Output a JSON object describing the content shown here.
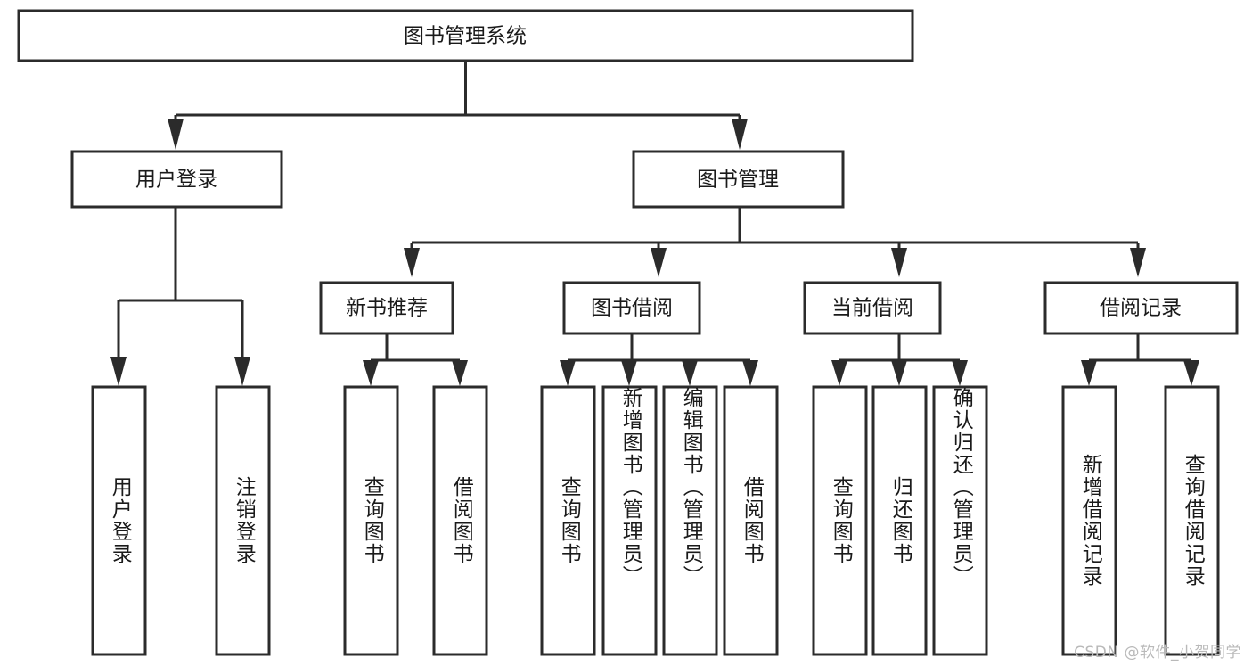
{
  "diagram": {
    "type": "tree",
    "title": "图书管理系统",
    "root": {
      "id": "root",
      "label": "图书管理系统",
      "orientation": "horizontal"
    },
    "level2": [
      {
        "id": "user-login",
        "label": "用户登录",
        "orientation": "horizontal"
      },
      {
        "id": "book-manage",
        "label": "图书管理",
        "orientation": "horizontal"
      }
    ],
    "level3": [
      {
        "id": "new-book-recommend",
        "label": "新书推荐",
        "parent": "book-manage",
        "orientation": "horizontal"
      },
      {
        "id": "book-borrow",
        "label": "图书借阅",
        "parent": "book-manage",
        "orientation": "horizontal"
      },
      {
        "id": "current-borrow",
        "label": "当前借阅",
        "parent": "book-manage",
        "orientation": "horizontal"
      },
      {
        "id": "borrow-record",
        "label": "借阅记录",
        "parent": "book-manage",
        "orientation": "horizontal"
      }
    ],
    "leaves": [
      {
        "id": "leaf-user-login",
        "label": "用户登录",
        "parent": "user-login",
        "orientation": "vertical"
      },
      {
        "id": "leaf-user-logout",
        "label": "注销登录",
        "parent": "user-login",
        "orientation": "vertical"
      },
      {
        "id": "leaf-query-book-1",
        "label": "查询图书",
        "parent": "new-book-recommend",
        "orientation": "vertical"
      },
      {
        "id": "leaf-borrow-book-1",
        "label": "借阅图书",
        "parent": "new-book-recommend",
        "orientation": "vertical"
      },
      {
        "id": "leaf-query-book-2",
        "label": "查询图书",
        "parent": "book-borrow",
        "orientation": "vertical"
      },
      {
        "id": "leaf-add-book",
        "label": "新增图书（管理员）",
        "parent": "book-borrow",
        "orientation": "vertical"
      },
      {
        "id": "leaf-edit-book",
        "label": "编辑图书（管理员）",
        "parent": "book-borrow",
        "orientation": "vertical"
      },
      {
        "id": "leaf-borrow-book-2",
        "label": "借阅图书",
        "parent": "book-borrow",
        "orientation": "vertical"
      },
      {
        "id": "leaf-query-book-3",
        "label": "查询图书",
        "parent": "current-borrow",
        "orientation": "vertical"
      },
      {
        "id": "leaf-return-book",
        "label": "归还图书",
        "parent": "current-borrow",
        "orientation": "vertical"
      },
      {
        "id": "leaf-confirm-return",
        "label": "确认归还（管理员）",
        "parent": "current-borrow",
        "orientation": "vertical"
      },
      {
        "id": "leaf-add-record",
        "label": "新增借阅记录",
        "parent": "borrow-record",
        "orientation": "vertical"
      },
      {
        "id": "leaf-query-record",
        "label": "查询借阅记录",
        "parent": "borrow-record",
        "orientation": "vertical"
      }
    ]
  },
  "colors": {
    "stroke": "#2b2b2b",
    "box_fill": "#ffffff",
    "text": "#1a1a1a",
    "background": "#ffffff",
    "watermark": "#b9b9b9"
  },
  "watermark": {
    "text": "CSDN @软件_小贺同学"
  }
}
